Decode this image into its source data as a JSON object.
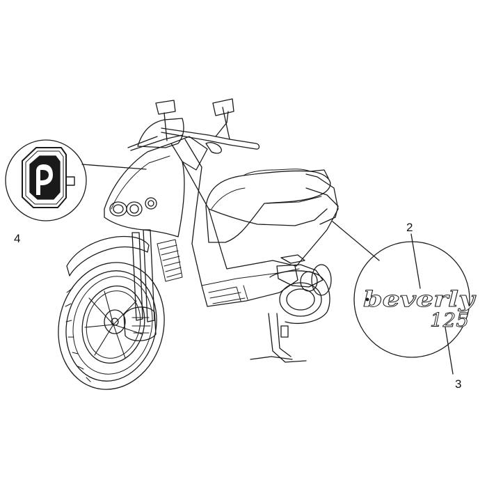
{
  "callouts": {
    "emblem": "4",
    "name_decal": "2",
    "displacement_decal": "3"
  },
  "decals": {
    "name_text": "beverly",
    "displacement_text": "125"
  },
  "colors": {
    "line": "#1a1a1a",
    "background": "#ffffff"
  }
}
